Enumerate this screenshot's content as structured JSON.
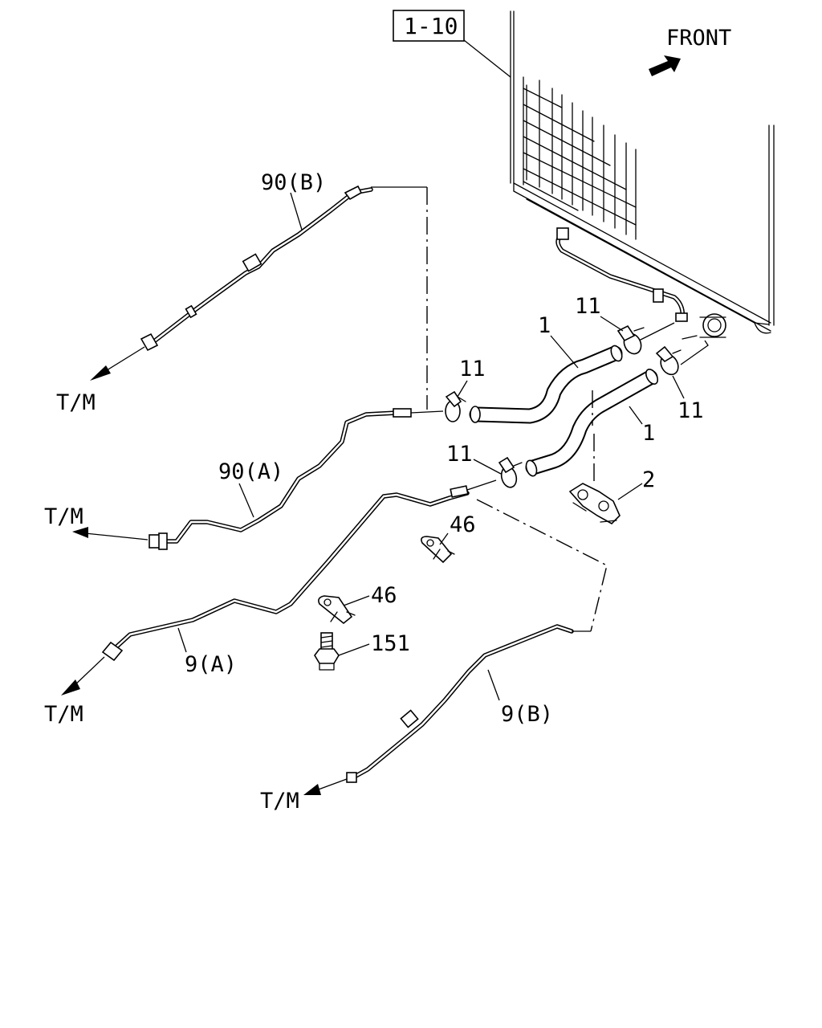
{
  "diagram": {
    "reference_box": "1-10",
    "direction_label": "FRONT",
    "callouts": {
      "pipe_90b": "90(B)",
      "pipe_90a": "90(A)",
      "pipe_9a": "9(A)",
      "pipe_9b": "9(B)",
      "hose_upper": "1",
      "hose_lower": "1",
      "clamp_a": "11",
      "clamp_b": "11",
      "clamp_c": "11",
      "clamp_d": "11",
      "bracket": "2",
      "clip_upper": "46",
      "clip_lower": "46",
      "bolt": "151"
    },
    "destinations": {
      "pipe_90b": "T/M",
      "pipe_90a": "T/M",
      "pipe_9a": "T/M",
      "pipe_9b": "T/M"
    }
  }
}
